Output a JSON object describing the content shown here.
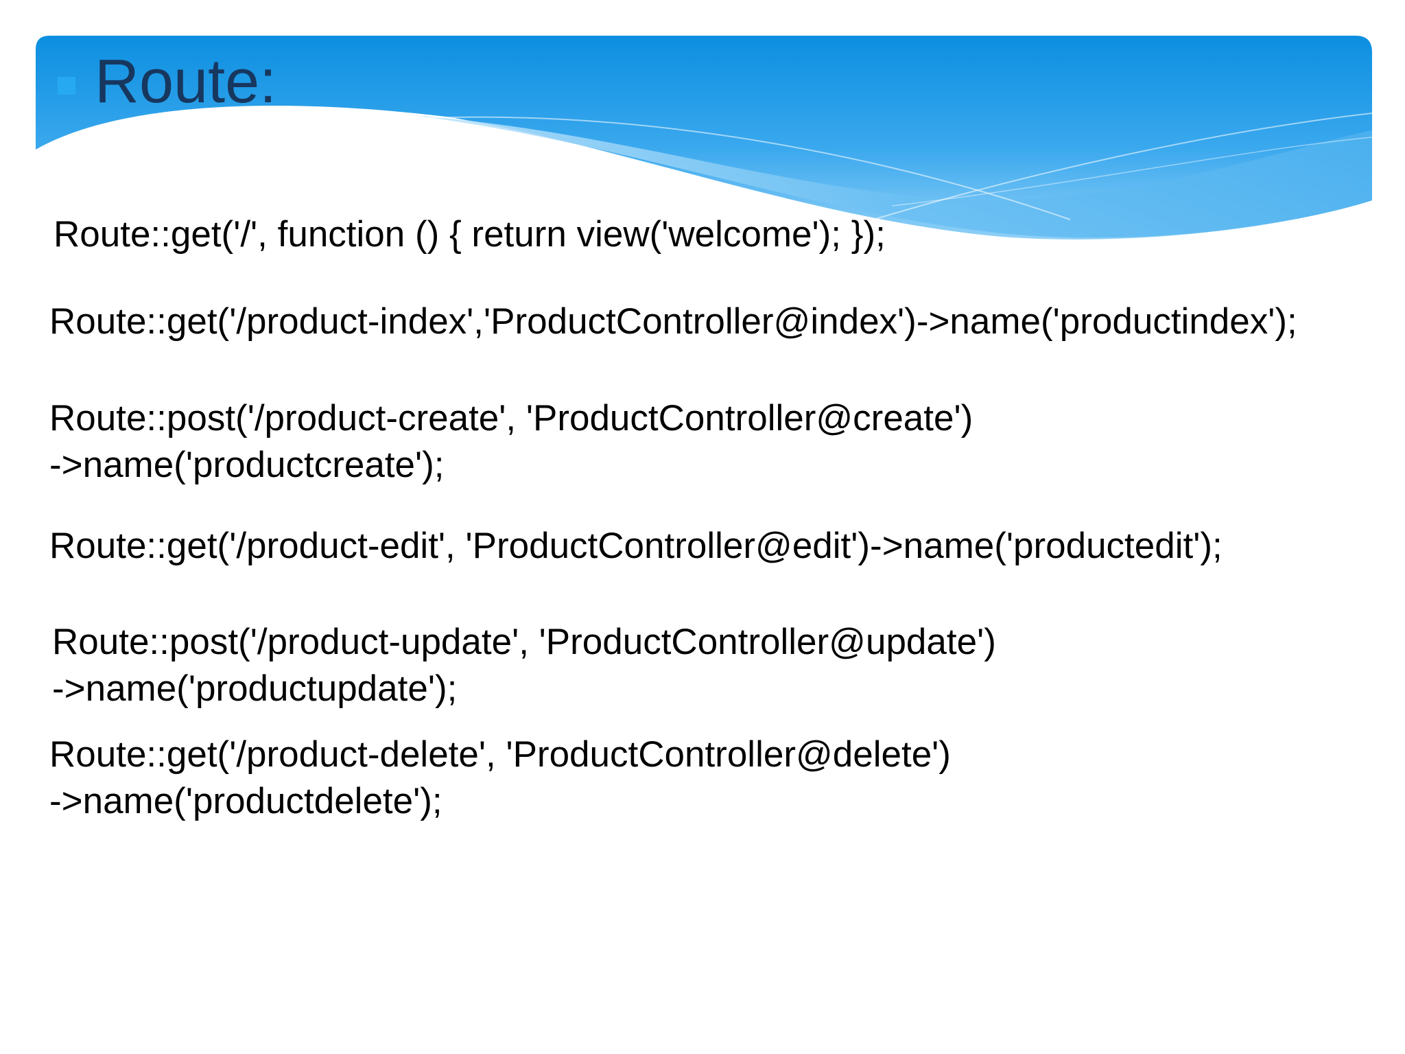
{
  "slide": {
    "title": "Route:",
    "accent_color": "#0c8fe0",
    "title_color": "#17375e",
    "bullet_color": "#26a9f0"
  },
  "routes": [
    {
      "lines": [
        "Route::get('/', function () { return view('welcome'); });"
      ]
    },
    {
      "lines": [
        "Route::get('/product-index','ProductController@index')->name('productindex');"
      ]
    },
    {
      "lines": [
        "Route::post('/product-create', 'ProductController@create')",
        "->name('productcreate');"
      ]
    },
    {
      "lines": [
        "Route::get('/product-edit', 'ProductController@edit')->name('productedit');"
      ]
    },
    {
      "lines": [
        "Route::post('/product-update', 'ProductController@update')",
        "->name('productupdate');"
      ]
    },
    {
      "lines": [
        "Route::get('/product-delete', 'ProductController@delete')",
        "->name('productdelete');"
      ]
    }
  ]
}
